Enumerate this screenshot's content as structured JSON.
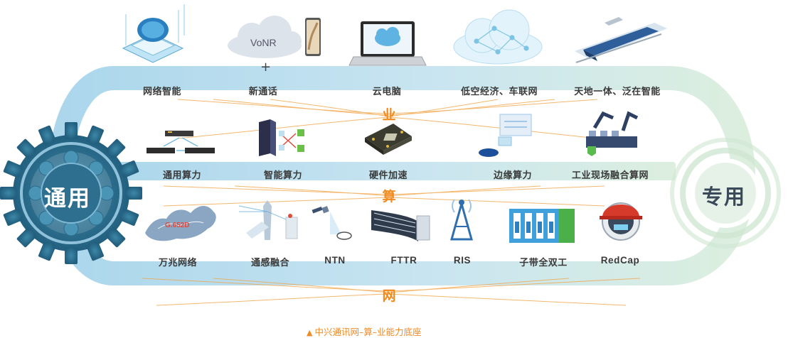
{
  "gear_label": "通用",
  "special_label": "专用",
  "layers": {
    "business": "业",
    "compute": "算",
    "network": "网"
  },
  "vonr_text": "VoNR",
  "plus_sign": "+",
  "business_items": [
    "网络智能",
    "新通话",
    "云电脑",
    "低空经济、车联网",
    "天地一体、泛在智能"
  ],
  "compute_items": [
    "通用算力",
    "智能算力",
    "硬件加速",
    "边缘算力",
    "工业现场融合算网"
  ],
  "network_items": [
    "万兆网络",
    "通感融合",
    "NTN",
    "FTTR",
    "RIS",
    "子带全双工",
    "RedCap"
  ],
  "map_badge": "G.652D",
  "caption": "中兴通讯网–算–业能力底座",
  "colors": {
    "gear": "#2e6e8e",
    "band_blue": "#a9d8ee",
    "band_green": "#cfe8d6",
    "accent_orange": "#f28a1d"
  },
  "icons": [
    "brain-chip-icon",
    "cloud-icon",
    "phone-icon",
    "laptop-icon",
    "cloud-network-icon",
    "train-icon",
    "server-icon",
    "rack-icon",
    "chip-icon",
    "edge-device-icon",
    "robot-arm-icon",
    "map-icon",
    "tower-icon",
    "satellite-icon",
    "fiber-icon",
    "antenna-icon",
    "cabinet-icon",
    "meter-icon"
  ]
}
